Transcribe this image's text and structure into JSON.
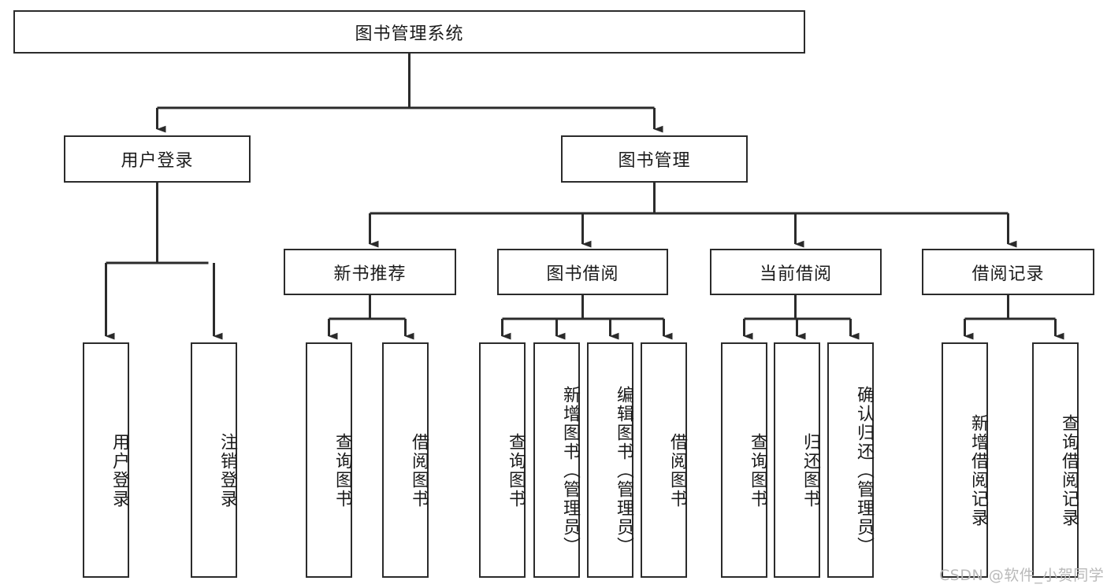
{
  "diagram": {
    "type": "hierarchy-tree",
    "title": "图书管理系统",
    "watermark": "CSDN @软件_小贺同学",
    "colors": {
      "box_border": "#2b2b2b",
      "box_fill": "#ffffff",
      "connector": "#2b2b2b",
      "text": "#1b1b1b",
      "watermark": "#b9b9b9"
    },
    "root": {
      "label": "图书管理系统"
    },
    "level1": [
      {
        "id": "user-login",
        "label": "用户登录"
      },
      {
        "id": "book-manage",
        "label": "图书管理"
      }
    ],
    "level2": [
      {
        "id": "new-book-recommend",
        "label": "新书推荐",
        "parent": "book-manage"
      },
      {
        "id": "book-borrow",
        "label": "图书借阅",
        "parent": "book-manage"
      },
      {
        "id": "current-borrow",
        "label": "当前借阅",
        "parent": "book-manage"
      },
      {
        "id": "borrow-record",
        "label": "借阅记录",
        "parent": "book-manage"
      }
    ],
    "leaves": {
      "user-login": [
        {
          "id": "leaf-user-login",
          "label": "用户登录"
        },
        {
          "id": "leaf-logout",
          "label": "注销登录"
        }
      ],
      "new-book-recommend": [
        {
          "id": "leaf-query-book-1",
          "label": "查询图书"
        },
        {
          "id": "leaf-borrow-book-1",
          "label": "借阅图书"
        }
      ],
      "book-borrow": [
        {
          "id": "leaf-query-book-2",
          "label": "查询图书"
        },
        {
          "id": "leaf-add-book",
          "label": "新增图书（管理员）"
        },
        {
          "id": "leaf-edit-book",
          "label": "编辑图书（管理员）"
        },
        {
          "id": "leaf-borrow-book-2",
          "label": "借阅图书"
        }
      ],
      "current-borrow": [
        {
          "id": "leaf-query-book-3",
          "label": "查询图书"
        },
        {
          "id": "leaf-return-book",
          "label": "归还图书"
        },
        {
          "id": "leaf-confirm-return",
          "label": "确认归还（管理员）"
        }
      ],
      "borrow-record": [
        {
          "id": "leaf-add-record",
          "label": "新增借阅记录"
        },
        {
          "id": "leaf-query-record",
          "label": "查询借阅记录"
        }
      ]
    }
  }
}
